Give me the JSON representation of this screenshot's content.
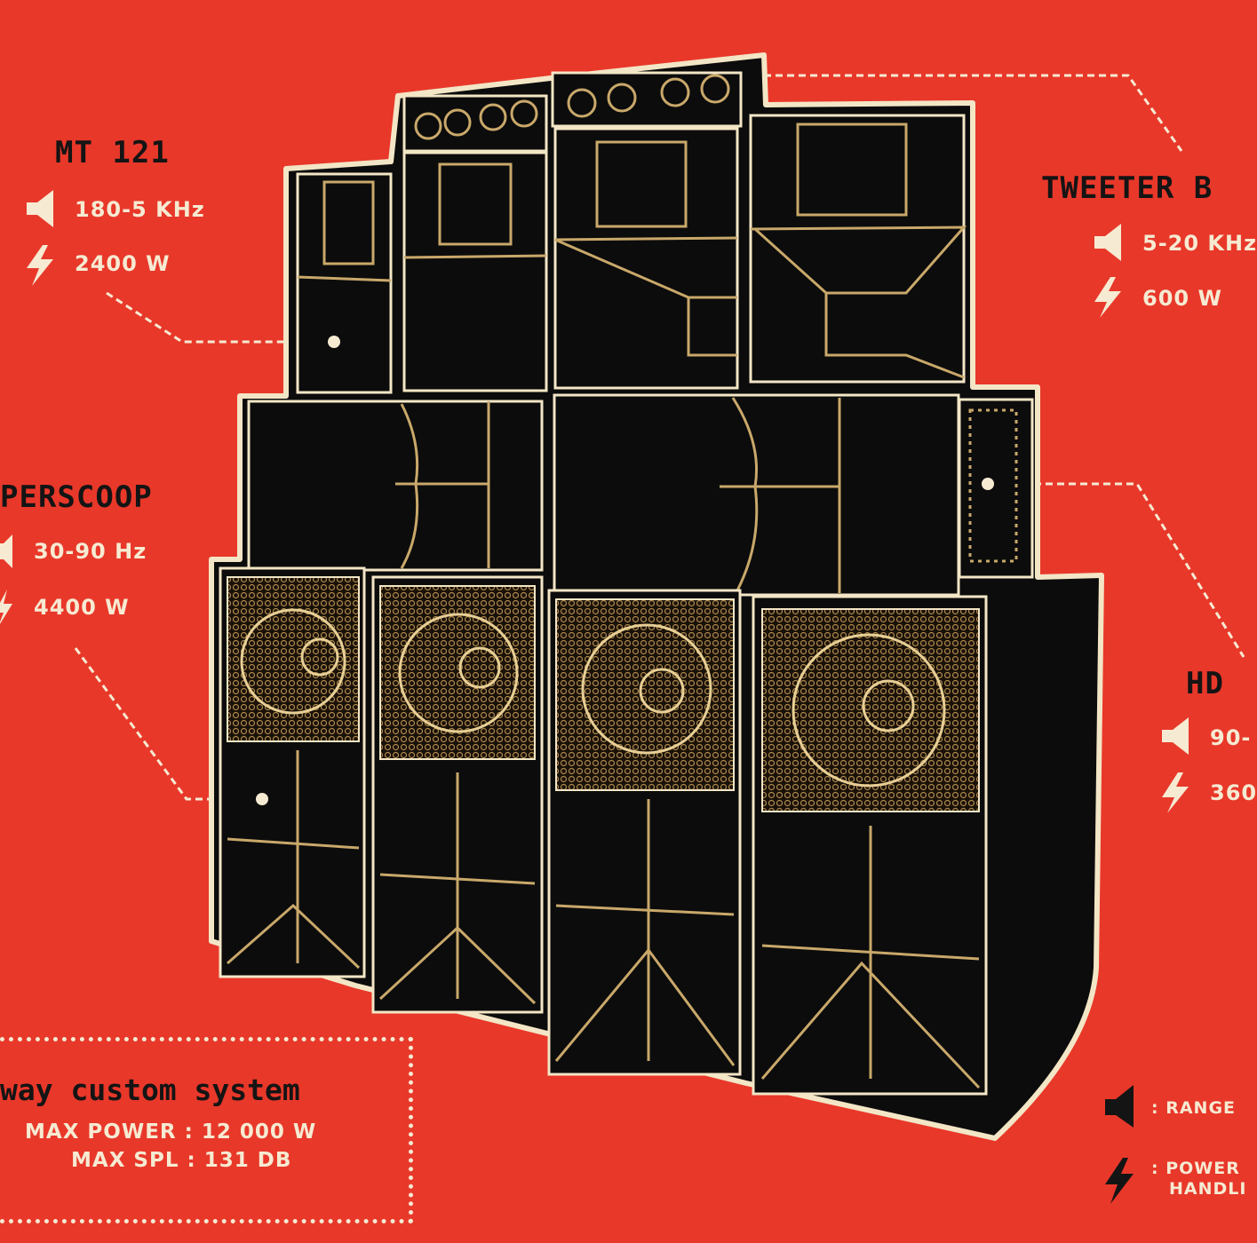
{
  "colors": {
    "background": "#e8382a",
    "cabinet": "#0c0c0c",
    "outline": "#f3e6c6",
    "accent": "#c9a86a",
    "title": "#141414"
  },
  "mt121": {
    "title": "MT 121",
    "range": "180-5 KHz",
    "power": "2400 W"
  },
  "tweeter": {
    "title": "TWEETER B",
    "range": "5-20 KHz",
    "power": "600 W"
  },
  "superscoop": {
    "title": "PERSCOOP",
    "range": "30-90 Hz",
    "power": "4400 W"
  },
  "hd": {
    "title": "HD",
    "range": "90-",
    "power": "360"
  },
  "system": {
    "title": "way custom system",
    "max_power": "MAX POWER : 12 000 W",
    "max_spl": "MAX SPL : 131 DB"
  },
  "legend": {
    "range_label": ": RANGE",
    "power_label_1": ": POWER",
    "power_label_2": "HANDLI"
  },
  "icons": {
    "range": "speaker-icon",
    "power": "lightning-icon"
  }
}
